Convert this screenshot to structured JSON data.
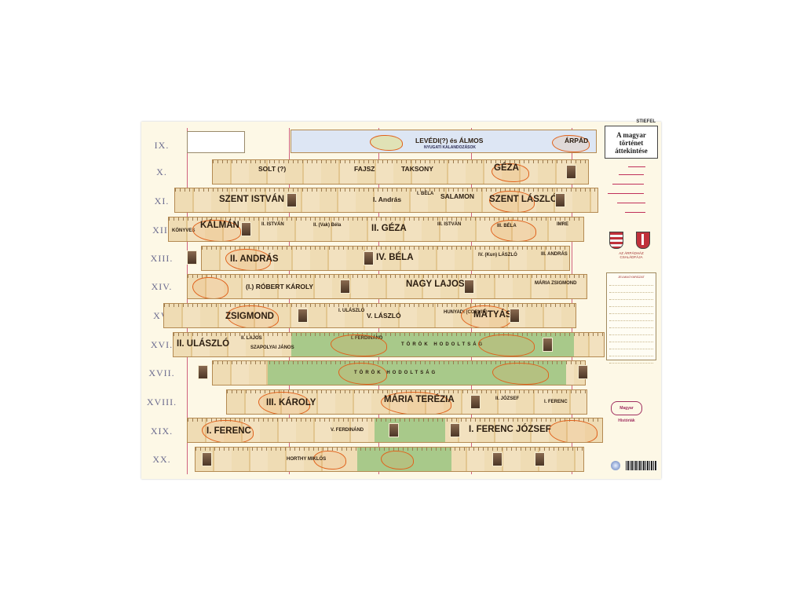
{
  "poster": {
    "brand": "STIEFEL",
    "title_line1": "A magyar történet",
    "title_line2": "áttekintése",
    "legend_title": "JELMAGYARÁZAT",
    "dynasty_note": "AZ ÁRPÁDHÁZ CSALÁDFÁJA",
    "logo_text": "Magyar Históriák",
    "nomad_label": "NYUGATI KALANDOZÁSOK"
  },
  "centuries": [
    "IX.",
    "X.",
    "XI.",
    "XII.",
    "XIII.",
    "XIV.",
    "XV.",
    "XVI.",
    "XVII.",
    "XVIII.",
    "XIX.",
    "XX."
  ],
  "rulers": {
    "levedi": "LEVÉDI(?) és ÁLMOS",
    "arpad": "ÁRPÁD",
    "solt": "SOLT (?)",
    "fajsz": "FAJSZ",
    "taksony": "TAKSONY",
    "geza": "GÉZA",
    "szent_istvan": "SZENT ISTVÁN",
    "andras1": "I. András",
    "bela1": "I. BÉLA",
    "salamon": "SALAMON",
    "szent_laszlo": "SZENT LÁSZLÓ",
    "konyves": "KÖNYVES",
    "kalman": "KÁLMÁN",
    "istvan2": "II. ISTVÁN",
    "bela2": "II. (Vak) Béla",
    "geza2": "II. GÉZA",
    "istvan3": "III. ISTVÁN",
    "bela3": "III. BÉLA",
    "imre": "IMRE",
    "andras2": "II. ANDRÁS",
    "bela4": "IV. BÉLA",
    "laszlo4": "IV. (Kun) LÁSZLÓ",
    "andras3": "III. ANDRÁS",
    "robert_karoly": "(I.) RÓBERT KÁROLY",
    "nagy_lajos": "NAGY LAJOS",
    "maria_zsigmond": "MÁRIA ZSIGMOND",
    "zsigmond": "ZSIGMOND",
    "ulaszlo1": "I. ULÁSZLÓ",
    "laszlo5": "V. LÁSZLÓ",
    "hunyadi": "HUNYADI (CORVIN)",
    "matyas": "MÁTYÁS",
    "ulaszlo2": "II. ULÁSZLÓ",
    "lajos2": "II. LAJOS",
    "szapolyai": "SZAPOLYAI JÁNOS",
    "ferdinand1": "I. FERDINÁND",
    "torok_hodoltsag": "TÖRÖK HODOLTSÁG",
    "karoly3": "III. KÁROLY",
    "maria_terezia": "MÁRIA TERÉZIA",
    "jozsef2": "II. JÓZSEF",
    "ferenc1_18": "I. FERENC",
    "ferenc1": "I. FERENC",
    "ferdinand5": "V. FERDINÁND",
    "ferenc_jozsef": "I. FERENC JÓZSEF",
    "horthy": "HORTHY MIKLÓS"
  }
}
